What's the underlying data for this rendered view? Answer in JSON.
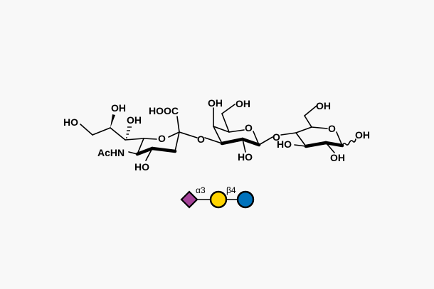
{
  "structure": {
    "labels": {
      "ho_glycerol": "HO",
      "oh_c8": "OH",
      "oh_c7": "OH",
      "achn": "AcHN",
      "ho_c4_neu": "HO",
      "hooc": "HOOC",
      "ring_o_neu": "O",
      "link_o_1": "O",
      "oh_c4_gal": "OH",
      "oh_c6_gal": "OH",
      "ring_o_gal": "O",
      "ho_c2_gal": "HO",
      "link_o_2": "O",
      "oh_c6_glc": "OH",
      "ring_o_glc": "O",
      "ho_c3_glc": "HO",
      "oh_c2_glc": "OH",
      "oh_anomeric": "OH"
    }
  },
  "snfg": {
    "linkage_1": "α3",
    "linkage_2": "β4",
    "colors": {
      "neu5ac": "#a54399",
      "galactose": "#ffd400",
      "glucose": "#0072bc"
    }
  }
}
